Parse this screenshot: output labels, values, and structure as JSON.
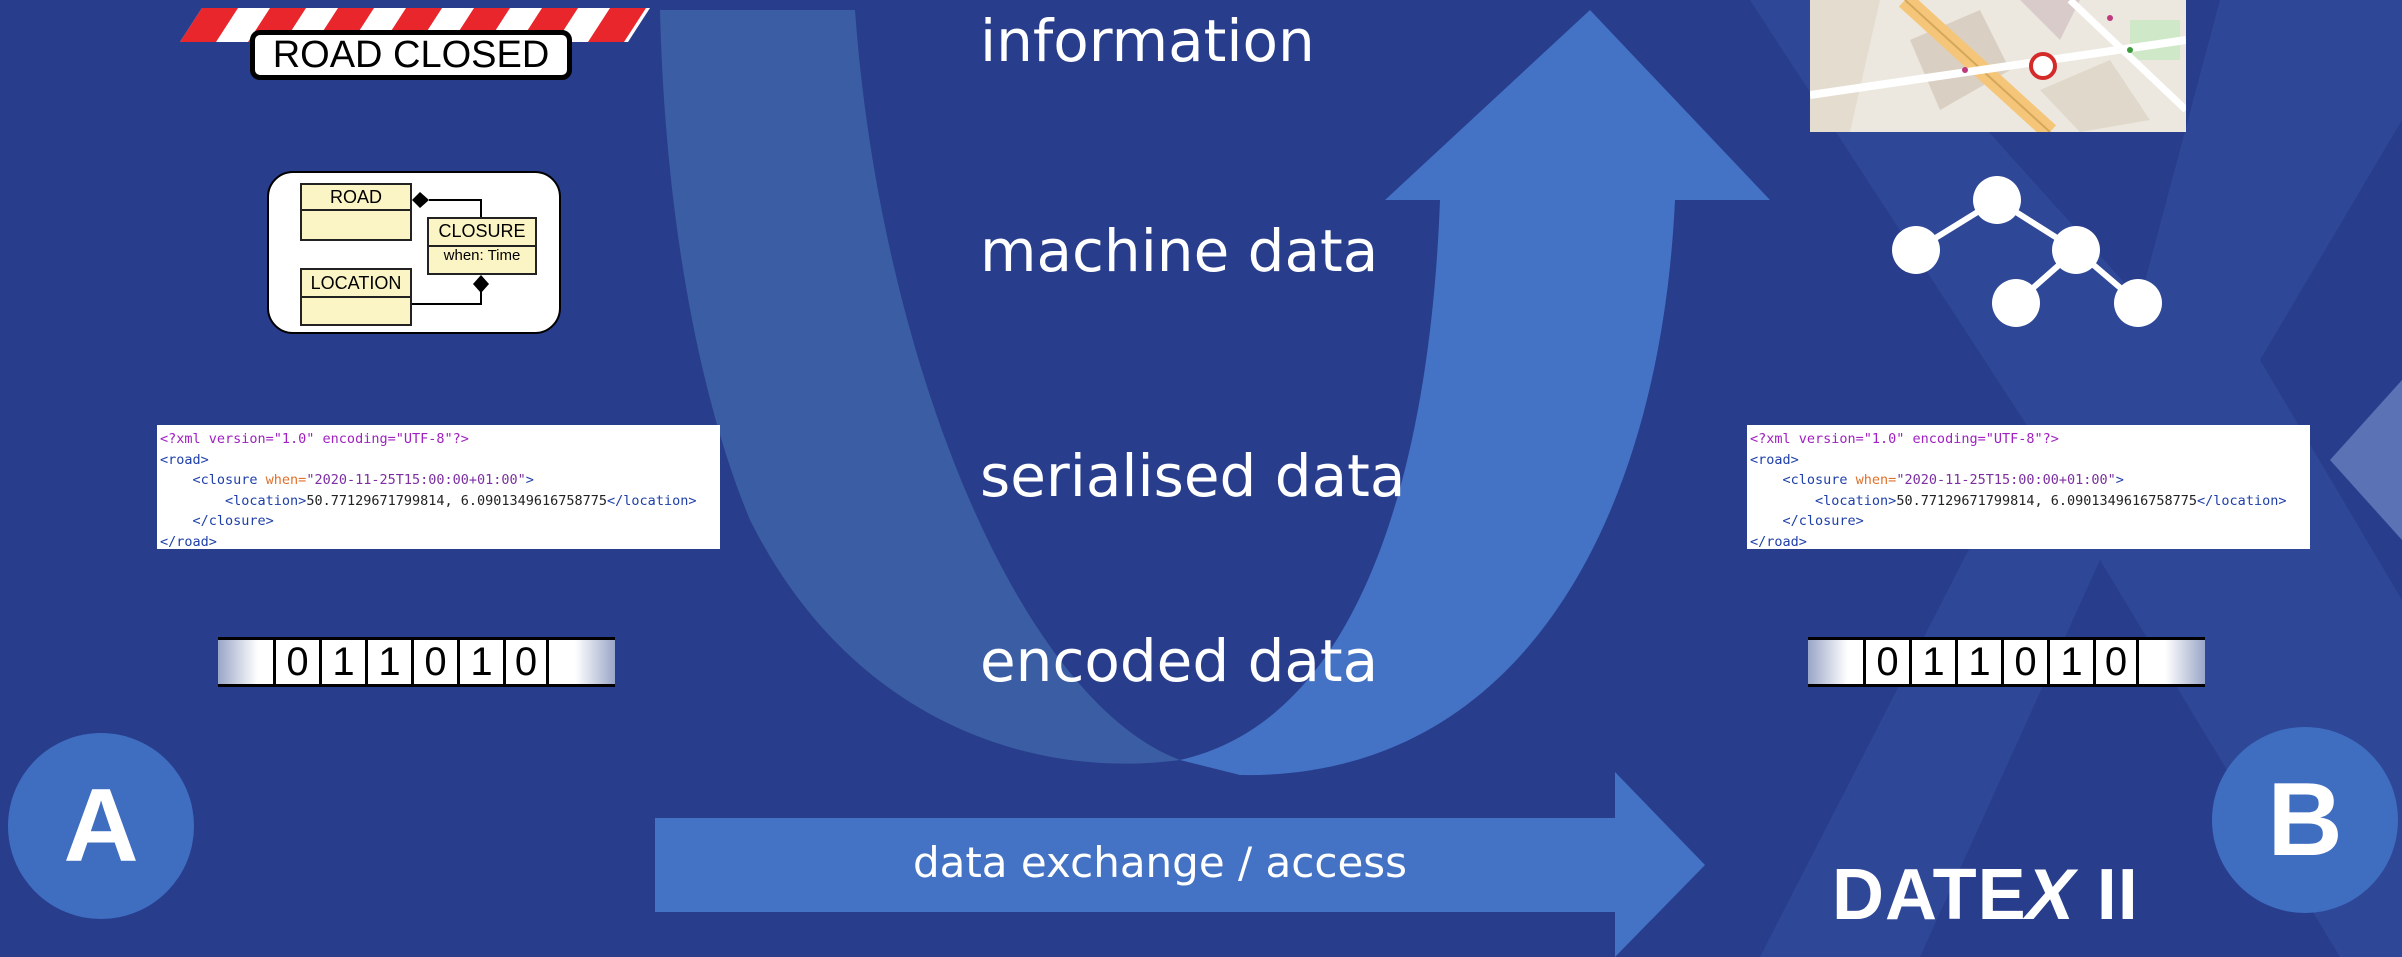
{
  "layers": {
    "information": "information",
    "machine_data": "machine data",
    "serialised_data": "serialised data",
    "encoded_data": "encoded data"
  },
  "exchange_label": "data exchange / access",
  "party_a": "A",
  "party_b": "B",
  "road_sign_text": "ROAD CLOSED",
  "uml": {
    "road": "ROAD",
    "closure": "CLOSURE",
    "closure_attr": "when: Time",
    "location": "LOCATION"
  },
  "xml": {
    "decl": "<?xml version=\"1.0\" encoding=\"UTF-8\"?>",
    "road_open": "<road>",
    "closure_tag": "<closure",
    "closure_attr": " when=",
    "closure_value": "\"2020-11-25T15:00:00+01:00\"",
    "closure_end": ">",
    "location_open": "<location>",
    "location_value": "50.77129671799814, 6.0901349616758775",
    "location_close": "</location>",
    "closure_close": "</closure>",
    "road_close": "</road>"
  },
  "bits": [
    "0",
    "1",
    "1",
    "0",
    "1",
    "0"
  ],
  "logo": {
    "text_a": "DATE",
    "text_b": "X",
    "text_c": " II"
  },
  "colors": {
    "background": "#283d8c",
    "arrow": "#4472c4",
    "u_curve": "#3b5fa5",
    "circle": "#3f6ec1"
  }
}
